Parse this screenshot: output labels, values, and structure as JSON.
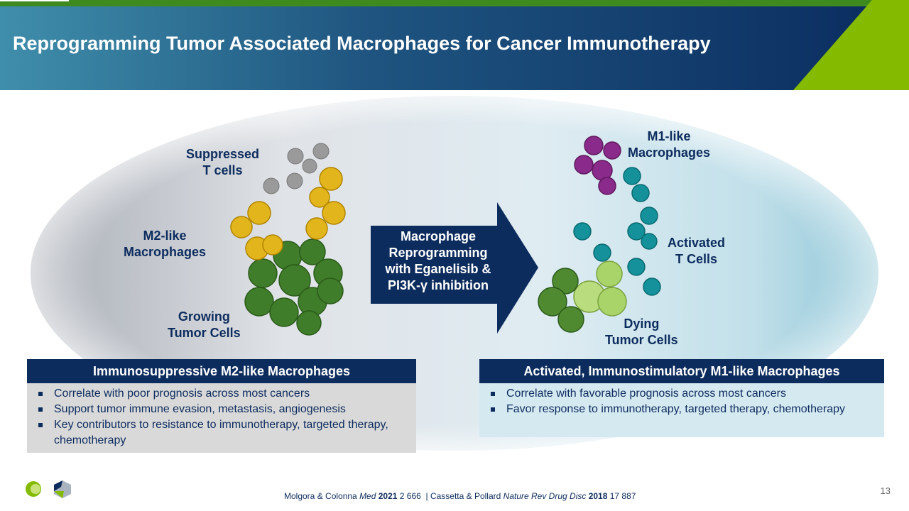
{
  "title": "Reprogramming Tumor Associated Macrophages for Cancer Immunotherapy",
  "labels": {
    "suppressed_t": [
      "Suppressed",
      "T cells"
    ],
    "m2": [
      "M2-like",
      "Macrophages"
    ],
    "growing": [
      "Growing",
      "Tumor Cells"
    ],
    "m1": [
      "M1-like",
      "Macrophages"
    ],
    "activated_t": [
      "Activated",
      "T Cells"
    ],
    "dying": [
      "Dying",
      "Tumor Cells"
    ]
  },
  "arrow": {
    "lines": [
      "Macrophage",
      "Reprogramming",
      "with Eganelisib &",
      "PI3K-γ inhibition"
    ]
  },
  "left_box": {
    "heading": "Immunosuppressive M2-like Macrophages",
    "bullets": [
      "Correlate with poor prognosis across most cancers",
      "Support tumor immune evasion, metastasis, angiogenesis",
      "Key contributors to resistance to immunotherapy, targeted therapy, chemotherapy"
    ]
  },
  "right_box": {
    "heading": "Activated, Immunostimulatory M1-like Macrophages",
    "bullets": [
      "Correlate with favorable prognosis across most cancers",
      "Favor response to immunotherapy, targeted therapy, chemotherapy"
    ]
  },
  "references": {
    "r1_authors": "Molgora & Colonna ",
    "r1_journal": "Med",
    "r1_year": " 2021",
    "r1_vol": " 2 666",
    "sep": "  | ",
    "r2_authors": "Cassetta & Pollard ",
    "r2_journal": "Nature Rev Drug Disc",
    "r2_year": " 2018",
    "r2_vol": " 17 887"
  },
  "page_number": "13",
  "colors": {
    "navy": "#0d2c5e",
    "green": "#3f8a1f",
    "lime": "#84bb00"
  }
}
